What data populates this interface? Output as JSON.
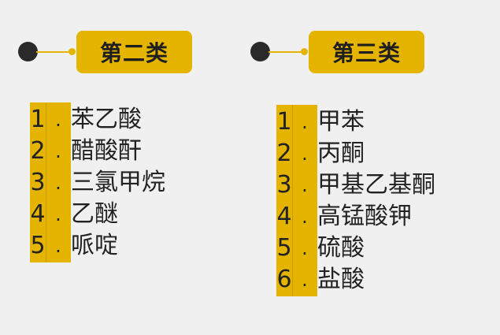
{
  "categories": [
    {
      "title": "第二类",
      "items": [
        {
          "num": "1",
          "sep": ".",
          "name": "苯乙酸"
        },
        {
          "num": "2",
          "sep": ".",
          "name": "醋酸酐"
        },
        {
          "num": "3",
          "sep": ".",
          "name": "三氯甲烷"
        },
        {
          "num": "4",
          "sep": ".",
          "name": "乙醚"
        },
        {
          "num": "5",
          "sep": ".",
          "name": "哌啶"
        }
      ]
    },
    {
      "title": "第三类",
      "items": [
        {
          "num": "1",
          "sep": ".",
          "name": "甲苯"
        },
        {
          "num": "2",
          "sep": ".",
          "name": "丙酮"
        },
        {
          "num": "3",
          "sep": ".",
          "name": "甲基乙基酮"
        },
        {
          "num": "4",
          "sep": ".",
          "name": "高锰酸钾"
        },
        {
          "num": "5",
          "sep": ".",
          "name": "硫酸"
        },
        {
          "num": "6",
          "sep": ".",
          "name": "盐酸"
        }
      ]
    }
  ],
  "colors": {
    "accent": "#e5b400",
    "bullet": "#2a2a2a",
    "background": "#f0f0f0"
  }
}
